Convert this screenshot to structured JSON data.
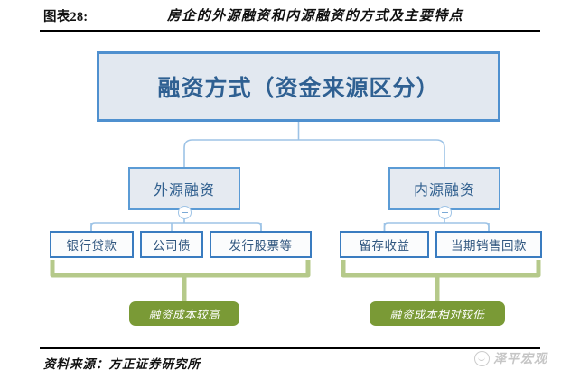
{
  "header": {
    "figure_label": "图表28:",
    "title": "房企的外源融资和内源融资的方式及主要特点"
  },
  "diagram": {
    "root": {
      "label": "融资方式（资金来源区分）"
    },
    "level2": [
      {
        "key": "external",
        "label": "外源融资"
      },
      {
        "key": "internal",
        "label": "内源融资"
      }
    ],
    "level3": {
      "external": [
        {
          "label": "银行贷款"
        },
        {
          "label": "公司债"
        },
        {
          "label": "发行股票等"
        }
      ],
      "internal": [
        {
          "label": "留存收益"
        },
        {
          "label": "当期销售回款"
        }
      ]
    },
    "outcomes": [
      {
        "key": "cost-high",
        "label": "融资成本较高"
      },
      {
        "key": "cost-low",
        "label": "融资成本相对较低"
      }
    ],
    "toggles": [
      {
        "key": "external",
        "icon": "collapse-minus-icon"
      },
      {
        "key": "internal",
        "icon": "collapse-minus-icon"
      }
    ],
    "colors": {
      "box_fill": "#e3e9f1",
      "box_border": "#5b9bd5",
      "box_text": "#2e5f8a",
      "leaf_fill": "#fbfcfd",
      "leaf_border": "#3a7cc0",
      "outcome_fill": "#7a9a36",
      "outcome_text": "#ffffff",
      "connector_blue": "#9dc3e6",
      "connector_green": "#b5c98a"
    }
  },
  "footer": {
    "source": "资料来源：方正证券研究所",
    "watermark": "泽平宏观"
  }
}
